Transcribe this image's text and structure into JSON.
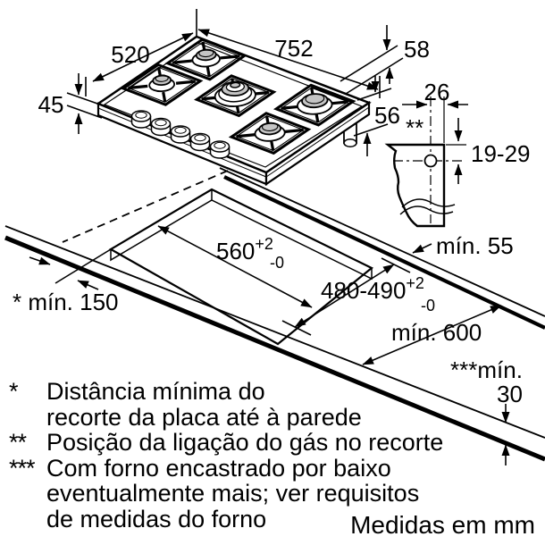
{
  "diagram": {
    "units_label": "Medidas em mm",
    "hob": {
      "width_label": "752",
      "depth_label": "520",
      "height_label": "45",
      "edge_offset_label": "58",
      "below_worktop_label": "56"
    },
    "gas_connection": {
      "marker": "**",
      "side_offset_label": "26",
      "vertical_range_label": "19-29"
    },
    "cutout": {
      "width_label": "560",
      "width_tol_plus": "+2",
      "width_tol_minus": "-0",
      "depth_label": "480-490",
      "depth_tol_plus": "+2",
      "depth_tol_minus": "-0"
    },
    "clearances": {
      "front_edge_label": "mín. 55",
      "wall_label": "* mín. 150",
      "worktop_depth_label": "mín. 600",
      "thickness_label_line1": "***mín.",
      "thickness_label_line2": "30"
    },
    "footnotes": [
      {
        "marker": "*",
        "lines": [
          "Distância mínima do",
          "recorte da placa até à parede"
        ]
      },
      {
        "marker": "**",
        "lines": [
          "Posição da ligação do gás no recorte"
        ]
      },
      {
        "marker": "***",
        "lines": [
          "Com forno encastrado por baixo",
          "eventualmente mais; ver requisitos",
          "de medidas do forno"
        ]
      }
    ],
    "colors": {
      "line": "#000000",
      "burner_gray": "#c4c4c4",
      "background": "#ffffff"
    }
  }
}
